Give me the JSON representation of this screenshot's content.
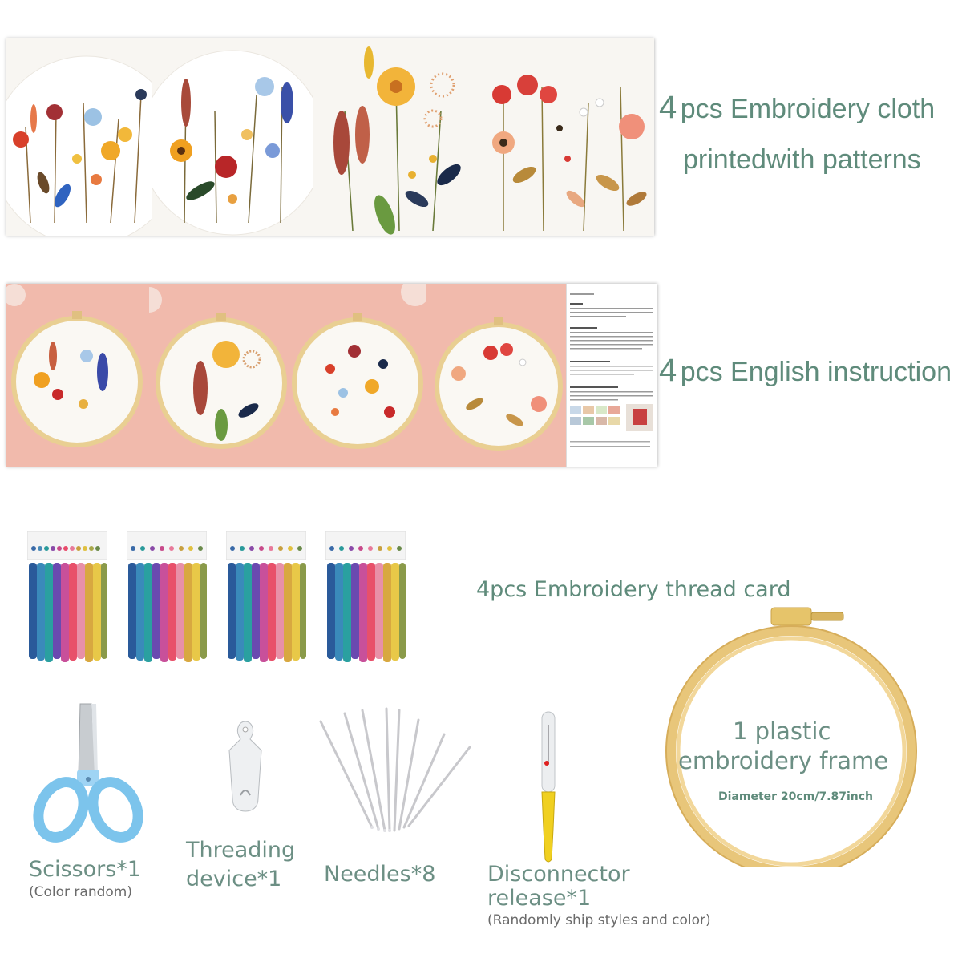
{
  "row1": {
    "caption_line1_num": "4",
    "caption_line1_text": "pcs Embroidery cloth",
    "caption_line2_text": "printedwith patterns"
  },
  "row2": {
    "caption_num": "4",
    "caption_text": "pcs English instruction"
  },
  "threads": {
    "caption": "4pcs Embroidery thread card"
  },
  "hoop": {
    "line1": "1 plastic",
    "line2": "embroidery frame",
    "diameter": "Diameter 20cm/7.87inch"
  },
  "tools": {
    "scissors_label": "Scissors*1",
    "scissors_note": "(Color random)",
    "threader_line1": "Threading",
    "threader_line2": "device*1",
    "needles_label": "Needles*8",
    "ripper_line1": "Disconnector",
    "ripper_line2": "release*1",
    "ripper_note": "(Randomly ship styles and color)"
  },
  "colors": {
    "caption_green": "#5f8b7b",
    "hoop_wood": "#e8c67a",
    "backdrop_pink": "#f1b9ab",
    "scissors_blue": "#7cc4ec",
    "ripper_yellow": "#f0d020"
  }
}
